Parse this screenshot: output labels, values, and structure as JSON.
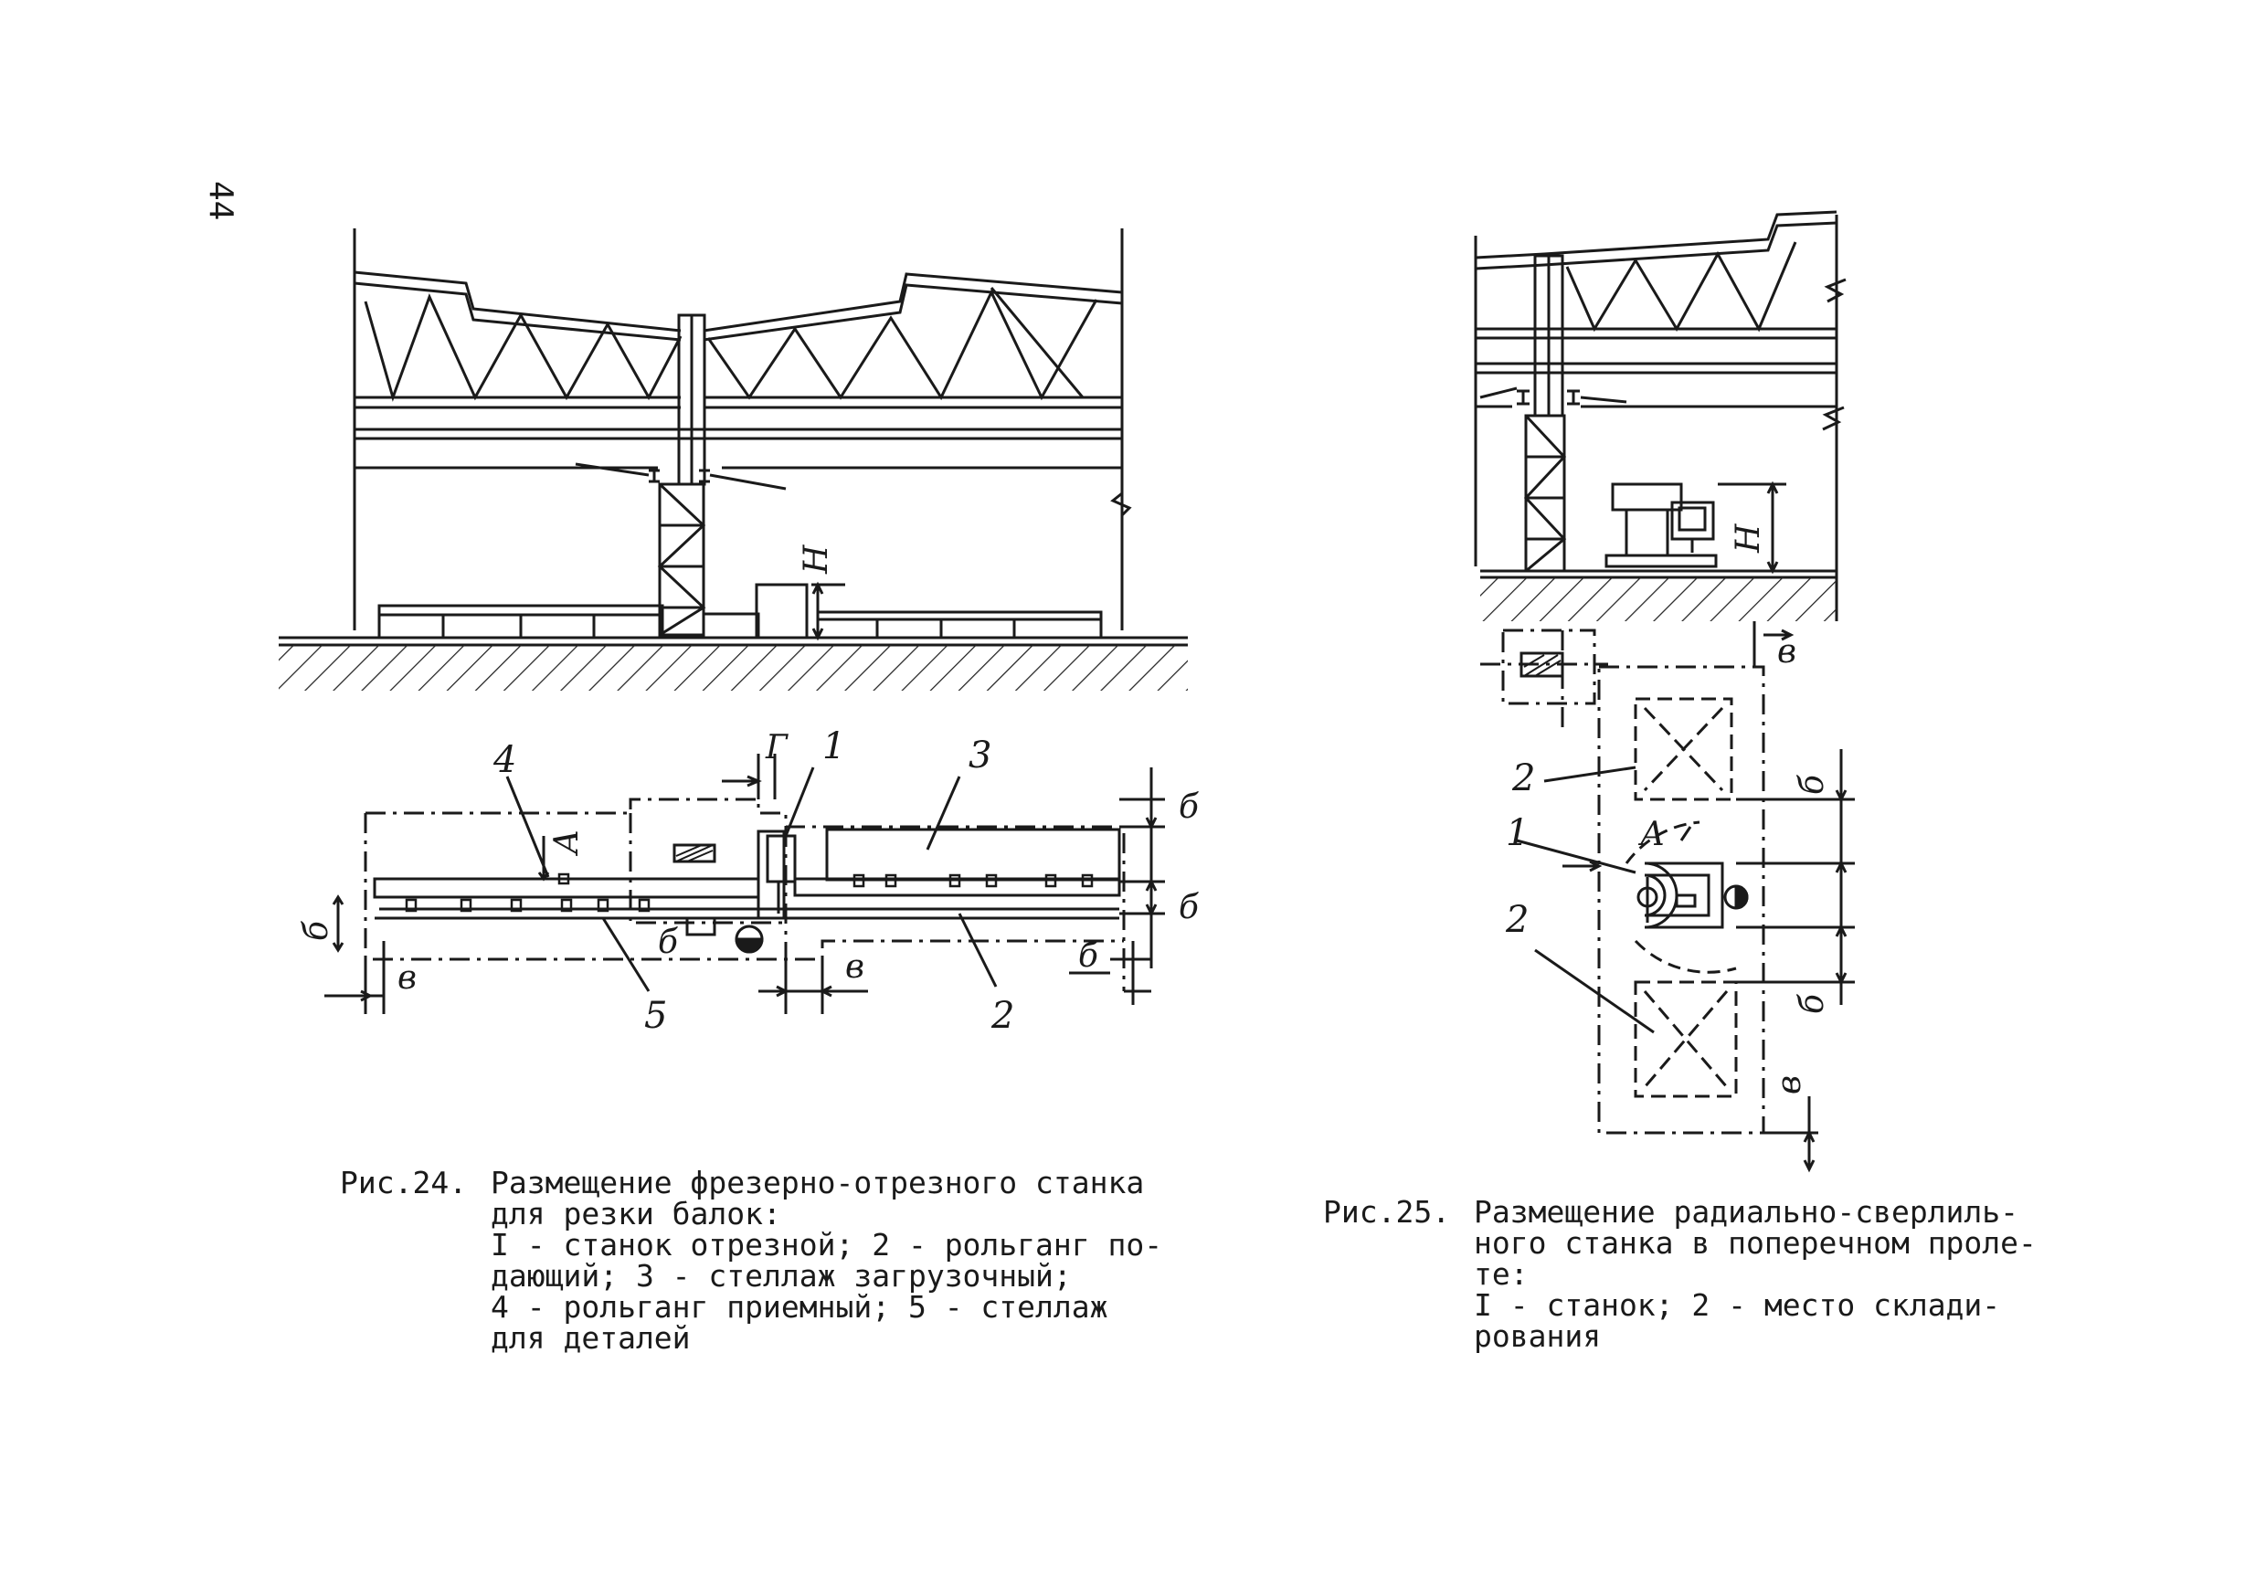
{
  "page_number": "44",
  "figure24": {
    "number": "Рис.24.",
    "title_lines": [
      "Размещение фрезерно-отрезного станка",
      "для резки балок:"
    ],
    "legend_lines": [
      "I - станок отрезной; 2 - рольганг по-",
      "дающий; 3 - стеллаж загрузочный;",
      "4 - рольганг приемный; 5 - стеллаж",
      "для деталей"
    ],
    "labels": {
      "item1": "1",
      "item2": "2",
      "item3": "3",
      "item4": "4",
      "item5": "5",
      "dim_H": "H",
      "dim_A": "А",
      "dim_G": "Г",
      "dim_B_left": "б",
      "dim_B_mid": "б",
      "dim_B_r1": "б",
      "dim_B_r2": "б",
      "dim_B_r3": "б",
      "dim_V_left": "в",
      "dim_V_mid": "в"
    }
  },
  "figure25": {
    "number": "Рис.25.",
    "title_lines": [
      "Размещение радиально-сверлиль-",
      "ного станка в поперечном проле-",
      "те:"
    ],
    "legend_lines": [
      "I - станок; 2 - место склади-",
      "рования"
    ],
    "labels": {
      "item1": "1",
      "item2_top": "2",
      "item2_bottom": "2",
      "dim_H": "H",
      "dim_A": "А",
      "dim_V_top": "в",
      "dim_V_bottom": "в",
      "dim_B_top": "б",
      "dim_B_bottom": "б"
    }
  }
}
